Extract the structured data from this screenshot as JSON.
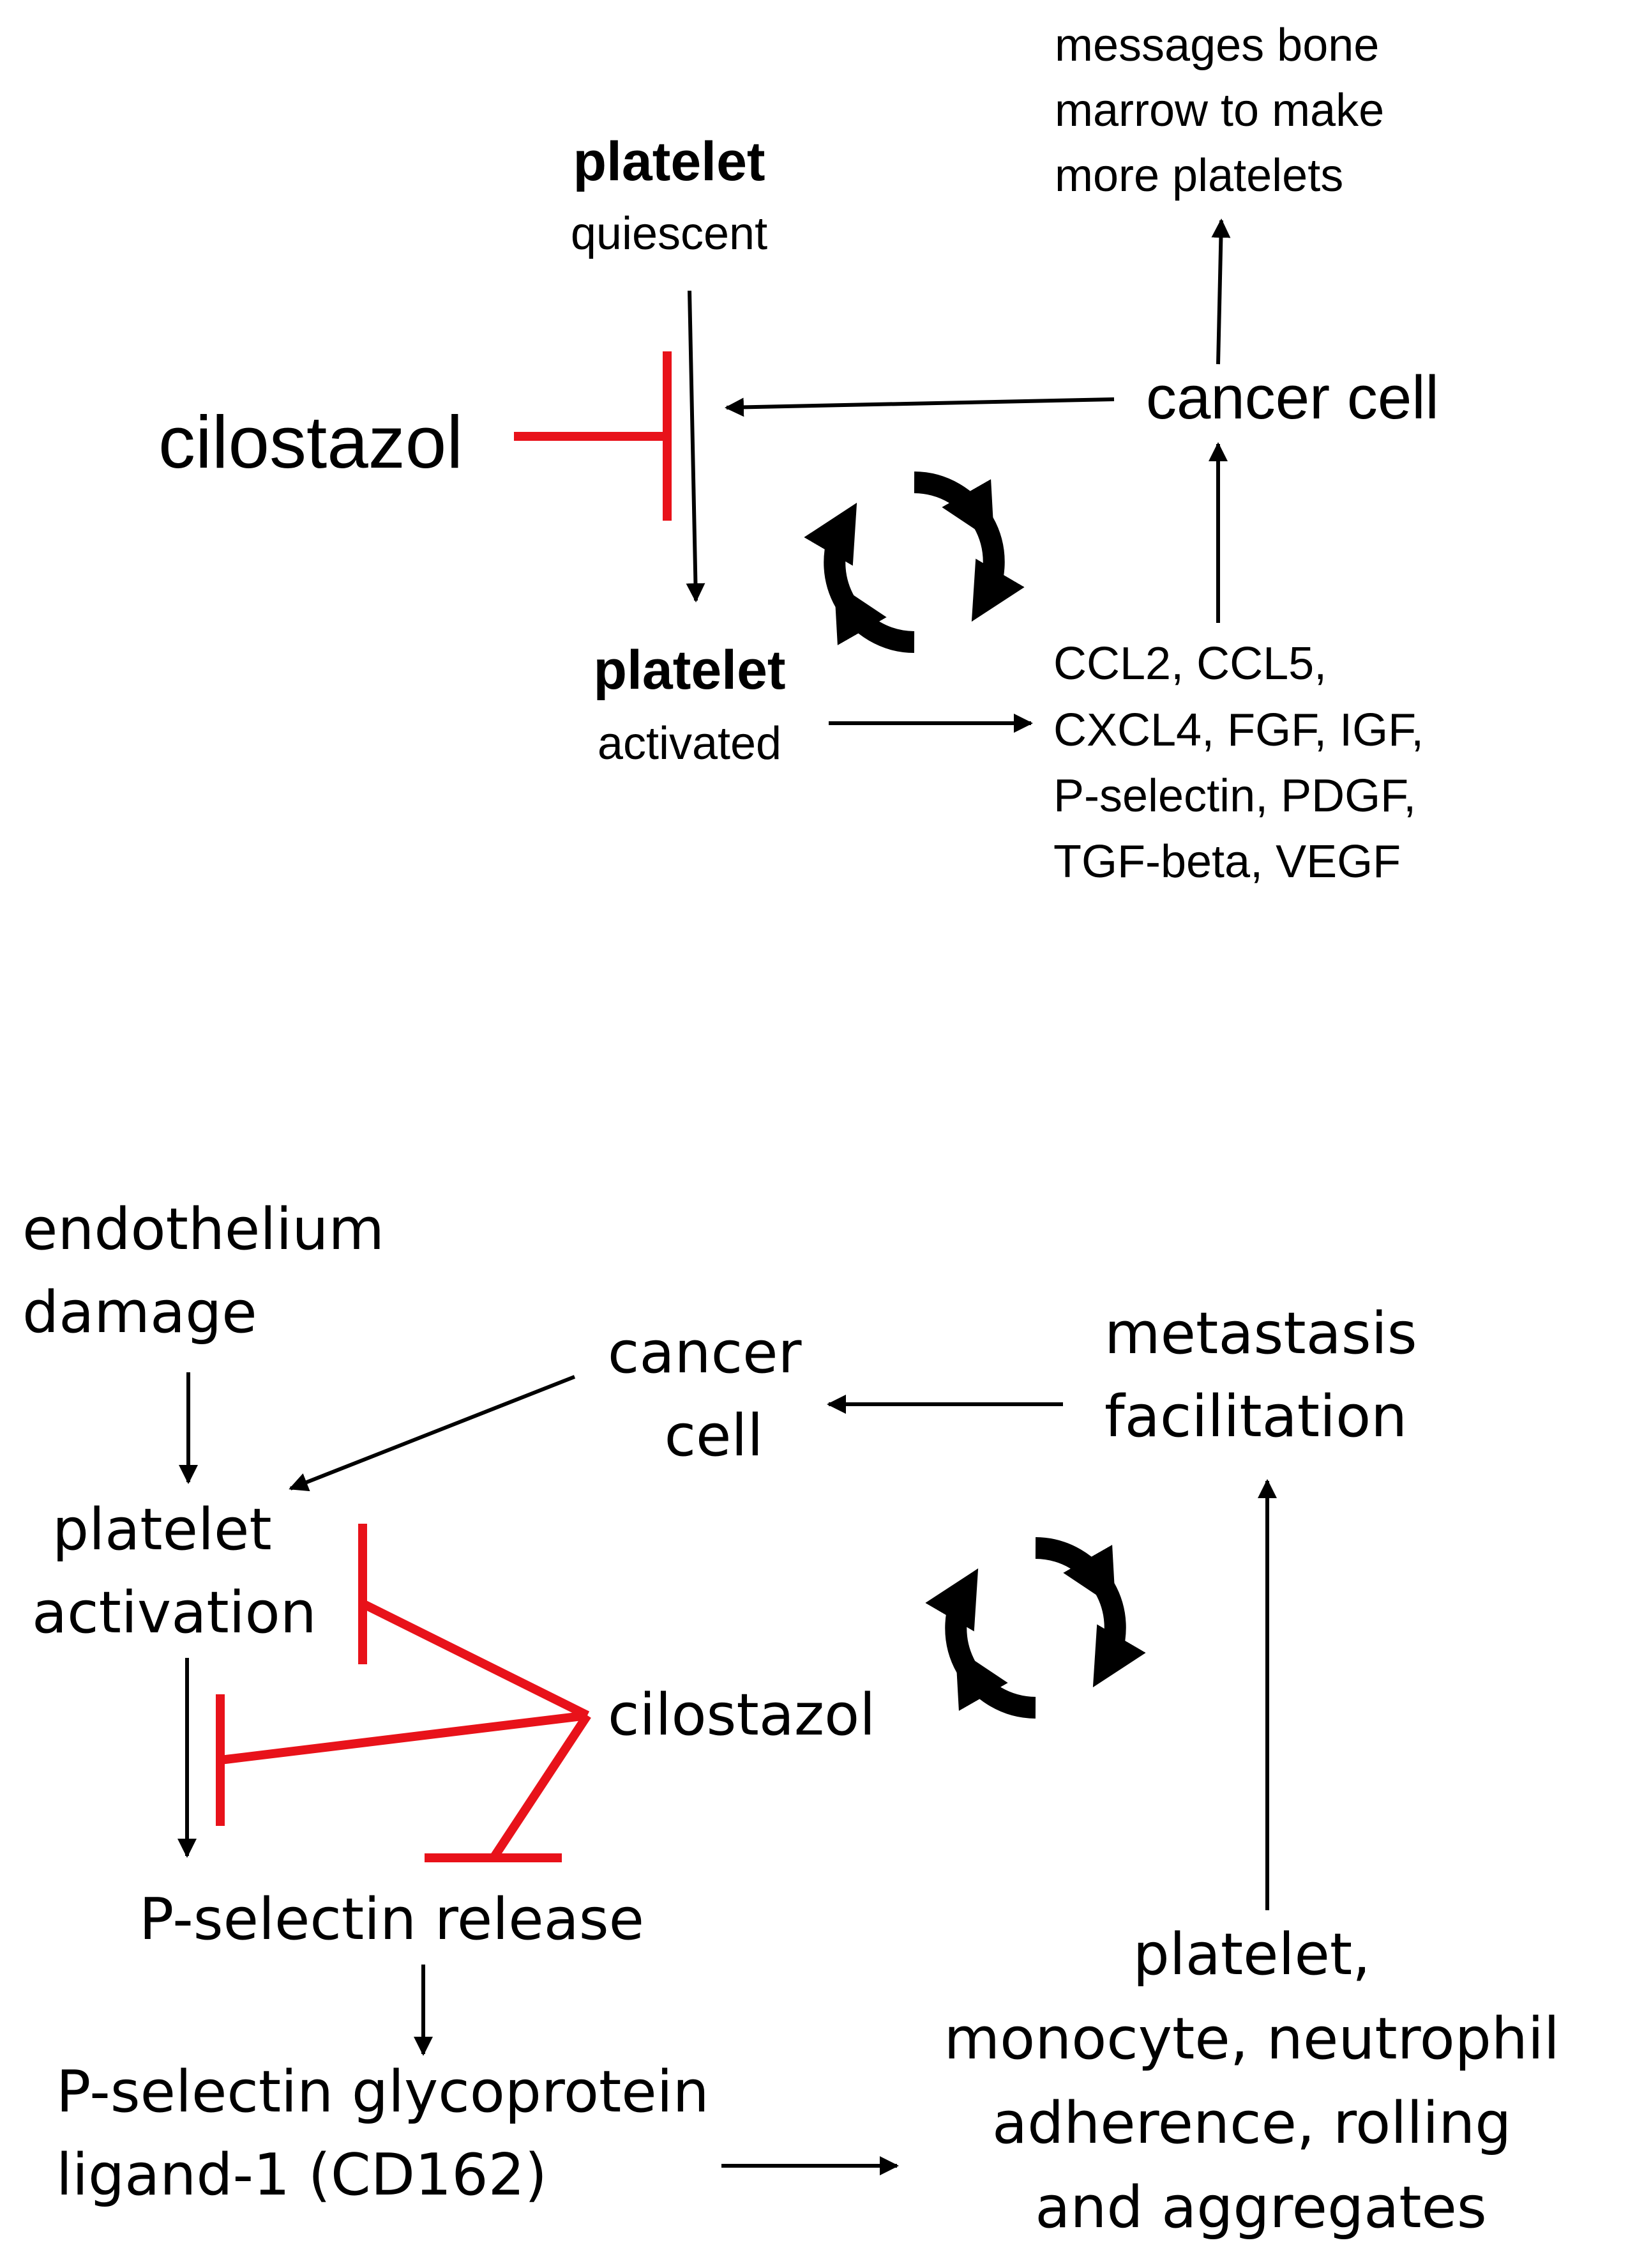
{
  "colors": {
    "ink": "#000000",
    "inhibit": "#e8121a",
    "background": "#ffffff"
  },
  "top": {
    "platelet_quiescent_title": "platelet",
    "platelet_quiescent_sub": "quiescent",
    "platelet_activated_title": "platelet",
    "platelet_activated_sub": "activated",
    "cilostazol": "cilostazol",
    "cancer_cell": "cancer cell",
    "bone_marrow_lines": [
      "messages bone",
      "marrow to make",
      "more platelets"
    ],
    "factors_lines": [
      "CCL2, CCL5,",
      "CXCL4, FGF, IGF,",
      "P-selectin, PDGF,",
      "TGF-beta, VEGF"
    ],
    "cycle_icon": "cycle-arrows-icon"
  },
  "bottom": {
    "endothelium_lines": [
      "endothelium",
      "damage"
    ],
    "cancer_cell_lines": [
      "cancer",
      "cell"
    ],
    "metastasis_lines": [
      "metastasis",
      "facilitation"
    ],
    "platelet_activation_lines": [
      "platelet",
      "activation"
    ],
    "cilostazol": "cilostazol",
    "p_selectin_release": "P-selectin release",
    "psgl_lines": [
      "P-selectin glycoprotein",
      "ligand-1 (CD162)"
    ],
    "adherence_lines": [
      "platelet,",
      "monocyte, neutrophil",
      "adherence, rolling",
      "and aggregates"
    ],
    "cycle_icon": "cycle-arrows-icon"
  }
}
